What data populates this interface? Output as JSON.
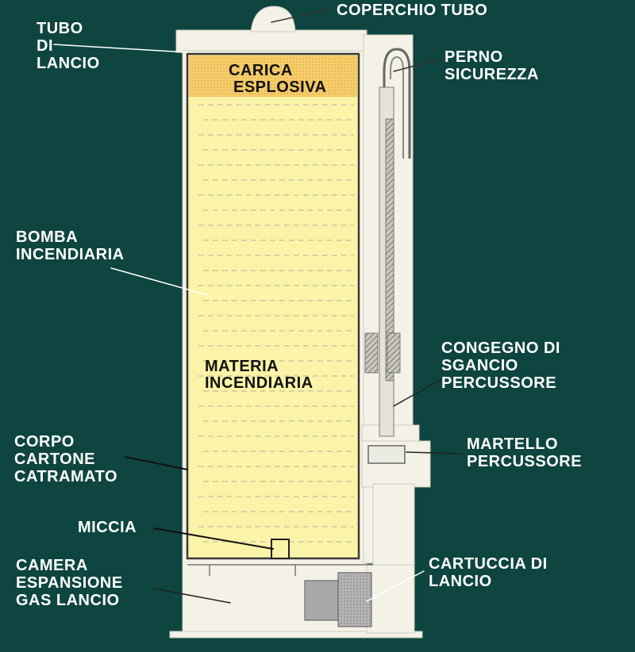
{
  "labels": {
    "coperchio_tubo": [
      "COPERCHIO TUBO"
    ],
    "tubo_di_lancio": [
      "TUBO",
      "DI",
      "LANCIO"
    ],
    "perno_sicurezza": [
      "PERNO",
      "SICUREZZA"
    ],
    "carica_esplosiva": [
      "CARICA",
      "ESPLOSIVA"
    ],
    "bomba_incendiaria": [
      "BOMBA",
      "INCENDIARIA"
    ],
    "materia_incendiaria": [
      "MATERIA",
      "INCENDIARIA"
    ],
    "congegno_sgancio": [
      "CONGEGNO DI",
      "SGANCIO",
      "PERCUSSORE"
    ],
    "martello_percussore": [
      "MARTELLO",
      "PERCUSSORE"
    ],
    "corpo_cartone": [
      "CORPO",
      "CARTONE",
      "CATRAMATO"
    ],
    "miccia": [
      "MICCIA"
    ],
    "camera_espansione": [
      "CAMERA",
      "ESPANSIONE",
      "GAS LANCIO"
    ],
    "cartuccia_di_lancio": [
      "CARTUCCIA DI",
      "LANCIO"
    ]
  },
  "colors": {
    "background": "#0e4540",
    "label_text": "#ffffff",
    "canister": "#f4f1e6",
    "incendiary": "#fbf3a7",
    "explosive_charge": "#f5cd6a",
    "cartridge": "#a9a9a9"
  }
}
